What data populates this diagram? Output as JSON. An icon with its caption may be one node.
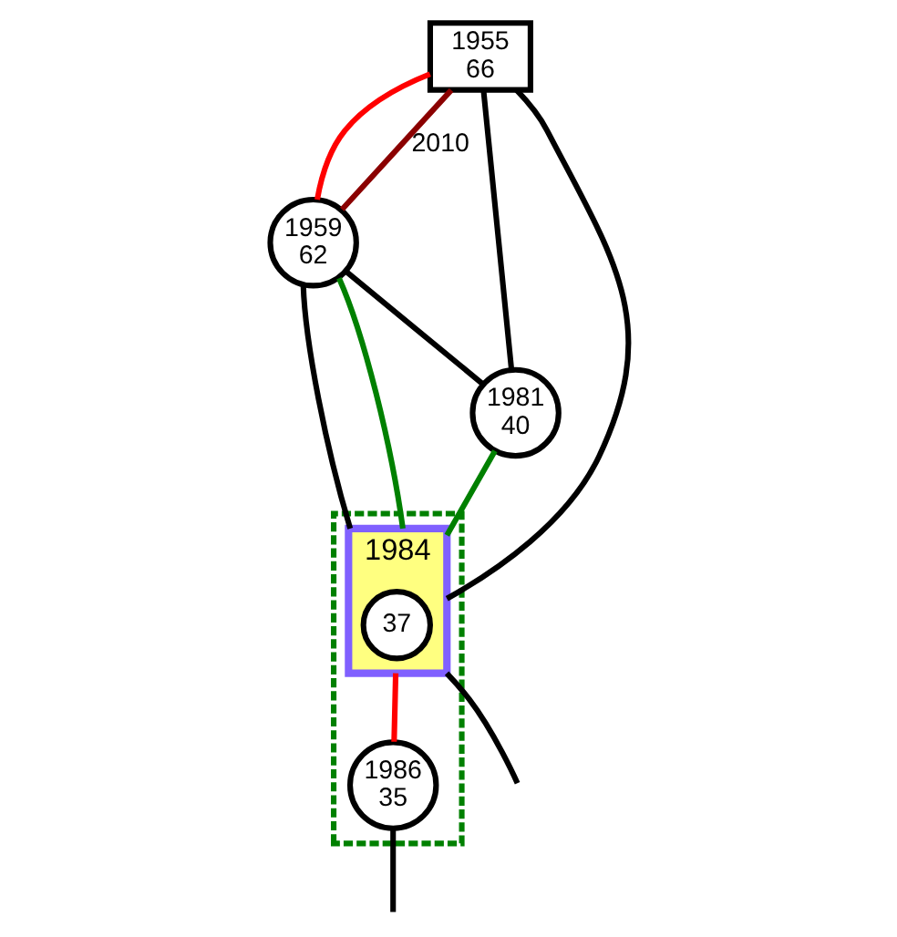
{
  "diagram": {
    "nodes": [
      {
        "text": [
          "1955",
          "66"
        ]
      },
      {
        "text": [
          "1959",
          "62"
        ]
      },
      {
        "text": [
          "1981",
          "40"
        ]
      },
      {
        "text": [],
        "shape": "box"
      },
      {
        "text": [
          "1984"
        ],
        "in": 3
      },
      {
        "text": [
          "37"
        ],
        "in": 4
      },
      {
        "text": [
          "1986",
          "35"
        ],
        "in": 3
      }
    ],
    "edges": [
      {
        "from": 0,
        "to": 1,
        "arrow": "none",
        "color": "#ff0000"
      },
      {
        "from": 0,
        "to": 1,
        "arrow": "none",
        "label": "2010",
        "color": "#8b0000"
      },
      {
        "from": 0,
        "to": 2,
        "arrow": "none"
      },
      {
        "from": 0,
        "to": 4,
        "arrow": "none"
      },
      {
        "from": 1,
        "to": 2,
        "arrow": "none"
      },
      {
        "from": 1,
        "to": 4,
        "arrow": "none"
      },
      {
        "from": 1,
        "to": 4,
        "arrow": "none",
        "color": "#008000"
      },
      {
        "from": 2,
        "to": 4,
        "arrow": "none",
        "color": "#008000"
      },
      {
        "from": 4,
        "to": 6,
        "arrow": "none",
        "color": "#ff0000"
      },
      {
        "from": 4,
        "to": null,
        "arrow": "none"
      },
      {
        "from": 6,
        "to": null,
        "arrow": "none"
      }
    ]
  }
}
